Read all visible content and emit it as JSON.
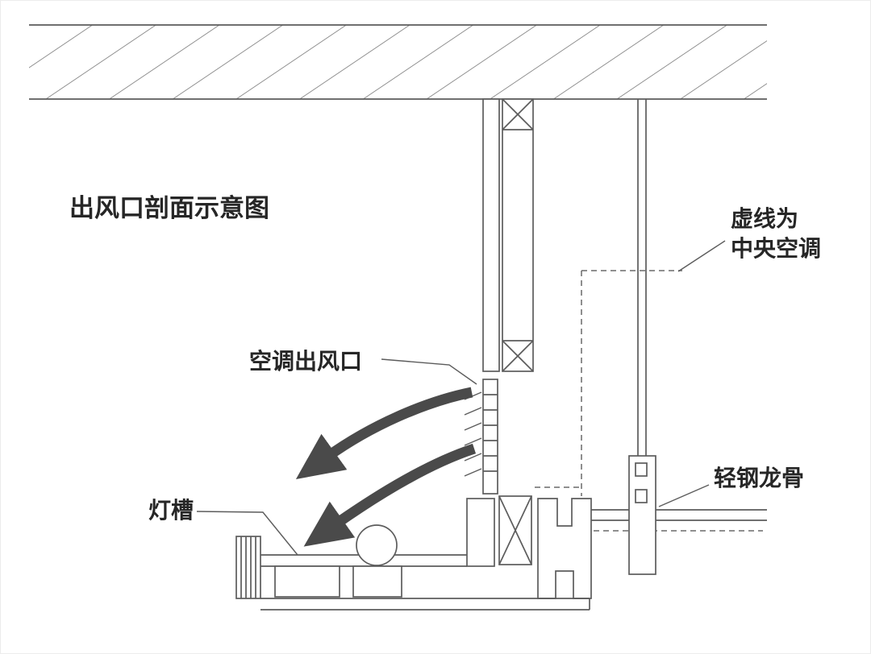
{
  "diagram": {
    "title": "出风口剖面示意图",
    "labels": {
      "ac_outlet": "空调出风口",
      "dashed_note_line1": "虚线为",
      "dashed_note_line2": "中央空调",
      "steel_keel": "轻钢龙骨",
      "light_trough": "灯槽"
    },
    "colors": {
      "line": "#5c5c5c",
      "arrow": "#4a4a4a",
      "text": "#262626",
      "background": "#ffffff"
    }
  }
}
